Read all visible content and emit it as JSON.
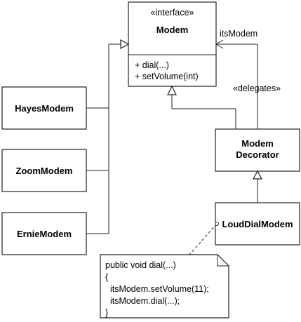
{
  "interface_box": {
    "stereotype": "«interface»",
    "name": "Modem",
    "operations": [
      "+ dial(...)",
      "+ setVolume(int)"
    ]
  },
  "classes": {
    "hayes": "HayesModem",
    "zoom": "ZoomModem",
    "ernie": "ErnieModem",
    "decorator_line1": "Modem",
    "decorator_line2": "Decorator",
    "loud": "LoudDialModem"
  },
  "labels": {
    "association": "itsModem",
    "delegates": "«delegates»"
  },
  "note": {
    "lines": [
      "public void dial(...)",
      "{",
      "  itsModem.setVolume(11);",
      "  itsModem.dial(...);",
      "}"
    ]
  }
}
